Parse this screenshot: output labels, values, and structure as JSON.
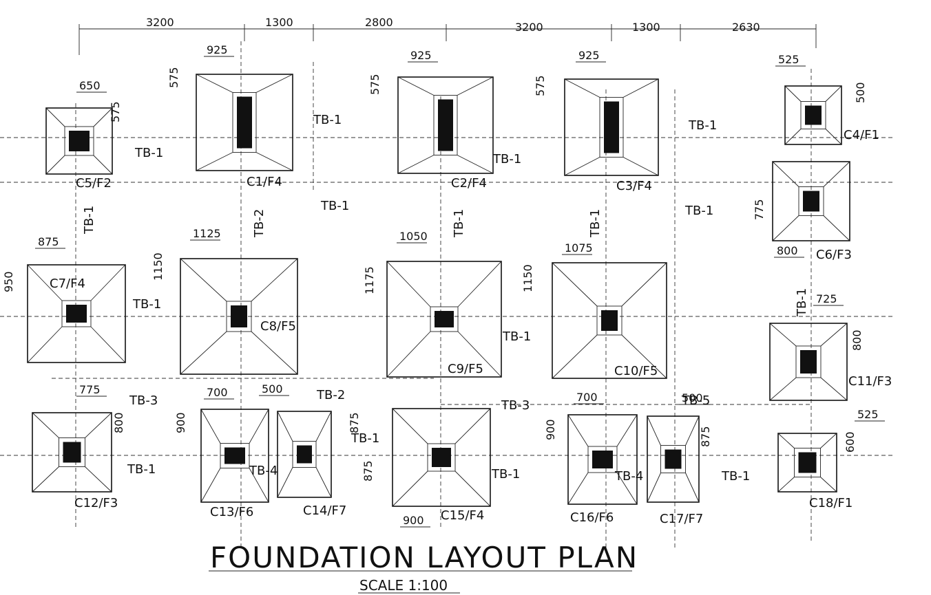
{
  "title": "FOUNDATION LAYOUT PLAN",
  "scale": "SCALE 1:100",
  "top_dimensions": [
    "3200",
    "1300",
    "2800",
    "3200",
    "1300",
    "2630"
  ],
  "footings": [
    {
      "id": "c5",
      "label": "C5/F2",
      "dims": [
        "650",
        "575"
      ]
    },
    {
      "id": "c1",
      "label": "C1/F4",
      "dims": [
        "925",
        "575"
      ]
    },
    {
      "id": "c2",
      "label": "C2/F4",
      "dims": [
        "925",
        "575"
      ]
    },
    {
      "id": "c3",
      "label": "C3/F4",
      "dims": [
        "925",
        "575"
      ]
    },
    {
      "id": "c4",
      "label": "C4/F1",
      "dims": [
        "525",
        "500"
      ]
    },
    {
      "id": "c6",
      "label": "C6/F3",
      "dims": [
        "800",
        "775"
      ]
    },
    {
      "id": "c7",
      "label": "C7/F4",
      "dims": [
        "875",
        "950"
      ]
    },
    {
      "id": "c8",
      "label": "C8/F5",
      "dims": [
        "1125",
        "1150"
      ]
    },
    {
      "id": "c9",
      "label": "C9/F5",
      "dims": [
        "1050",
        "1175"
      ]
    },
    {
      "id": "c10",
      "label": "C10/F5",
      "dims": [
        "1075",
        "1150"
      ]
    },
    {
      "id": "c11",
      "label": "C11/F3",
      "dims": [
        "725",
        "800"
      ]
    },
    {
      "id": "c12",
      "label": "C12/F3",
      "dims": [
        "775",
        "800"
      ]
    },
    {
      "id": "c13",
      "label": "C13/F6",
      "dims": [
        "700",
        "900"
      ]
    },
    {
      "id": "c14",
      "label": "C14/F7",
      "dims": [
        "500",
        "875"
      ]
    },
    {
      "id": "c15",
      "label": "C15/F4",
      "dims": [
        "900",
        "875"
      ]
    },
    {
      "id": "c16",
      "label": "C16/F6",
      "dims": [
        "700",
        "900"
      ]
    },
    {
      "id": "c17",
      "label": "C17/F7",
      "dims": [
        "500",
        "875"
      ]
    },
    {
      "id": "c18",
      "label": "C18/F1",
      "dims": [
        "525",
        "600"
      ]
    }
  ],
  "tie_beams": [
    "TB-1",
    "TB-2",
    "TB-3",
    "TB-4",
    "TB-5"
  ]
}
